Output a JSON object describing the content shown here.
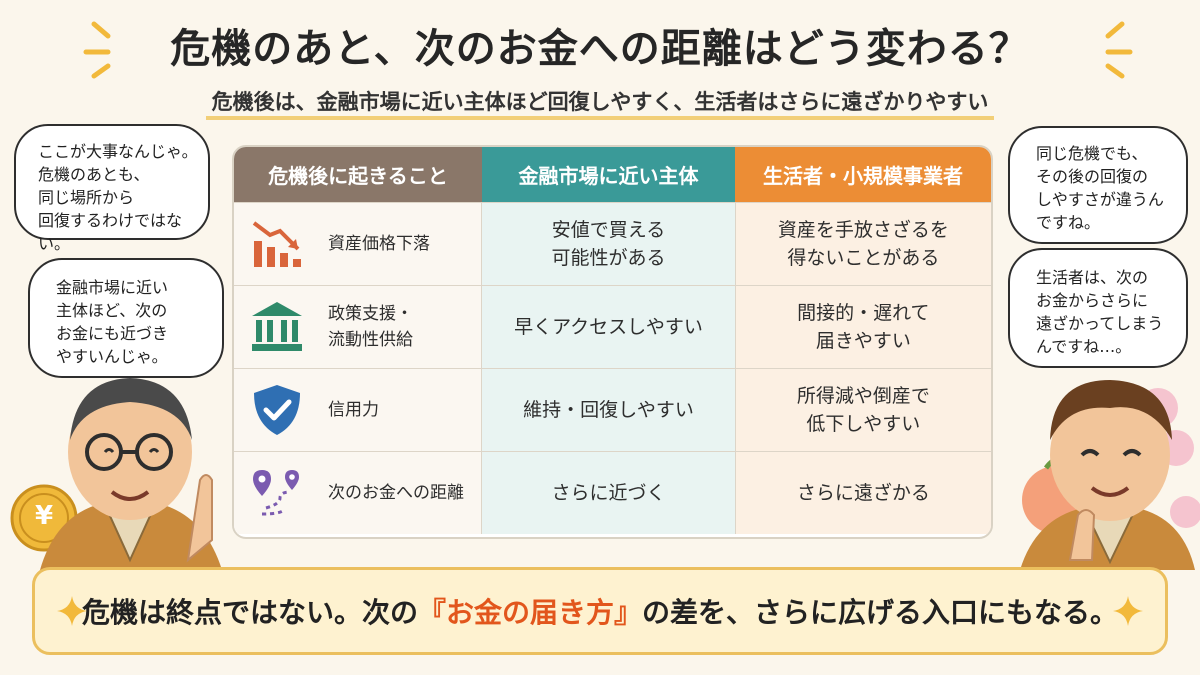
{
  "title": "危機のあと、次のお金への距離はどう変わる？",
  "subtitle": "危機後は、金融市場に近い主体ほど回復しやすく、生活者はさらに遠ざかりやすい",
  "table": {
    "headers": [
      "危機後に起きること",
      "金融市場に近い主体",
      "生活者・小規模事業者"
    ],
    "rows": [
      {
        "icon": "falling-chart-icon",
        "label": "資産価格下落",
        "near": "安値で買える\n可能性がある",
        "far": "資産を手放さざるを\n得ないことがある"
      },
      {
        "icon": "bank-building-icon",
        "label": "政策支援・\n流動性供給",
        "near": "早くアクセスしやすい",
        "far": "間接的・遅れて\n届きやすい"
      },
      {
        "icon": "shield-check-icon",
        "label": "信用力",
        "near": "維持・回復しやすい",
        "far": "所得減や倒産で\n低下しやすい"
      },
      {
        "icon": "route-pins-icon",
        "label": "次のお金への距離",
        "near": "さらに近づく",
        "far": "さらに遠ざかる"
      }
    ]
  },
  "bubbles": {
    "left_top": "ここが大事なんじゃ。\n危機のあとも、\n同じ場所から\n回復するわけではない。",
    "left_bottom": "金融市場に近い\n主体ほど、次の\nお金にも近づき\nやすいんじゃ。",
    "right_top": "同じ危機でも、\nその後の回復の\nしやすさが違うん\nですね。",
    "right_bottom": "生活者は、次の\nお金からさらに\n遠ざかってしまう\nんですね…。"
  },
  "coin_symbol": "¥",
  "banner": {
    "before": "危機は終点ではない。次の",
    "highlight": "『お金の届き方』",
    "after": "の差を、さらに広げる入口にもなる。"
  },
  "colors": {
    "header_left": "#8a7769",
    "header_mid": "#3a9a98",
    "header_right": "#ec8d35",
    "highlight": "#e2561c",
    "banner_bg": "#fef2d0"
  }
}
